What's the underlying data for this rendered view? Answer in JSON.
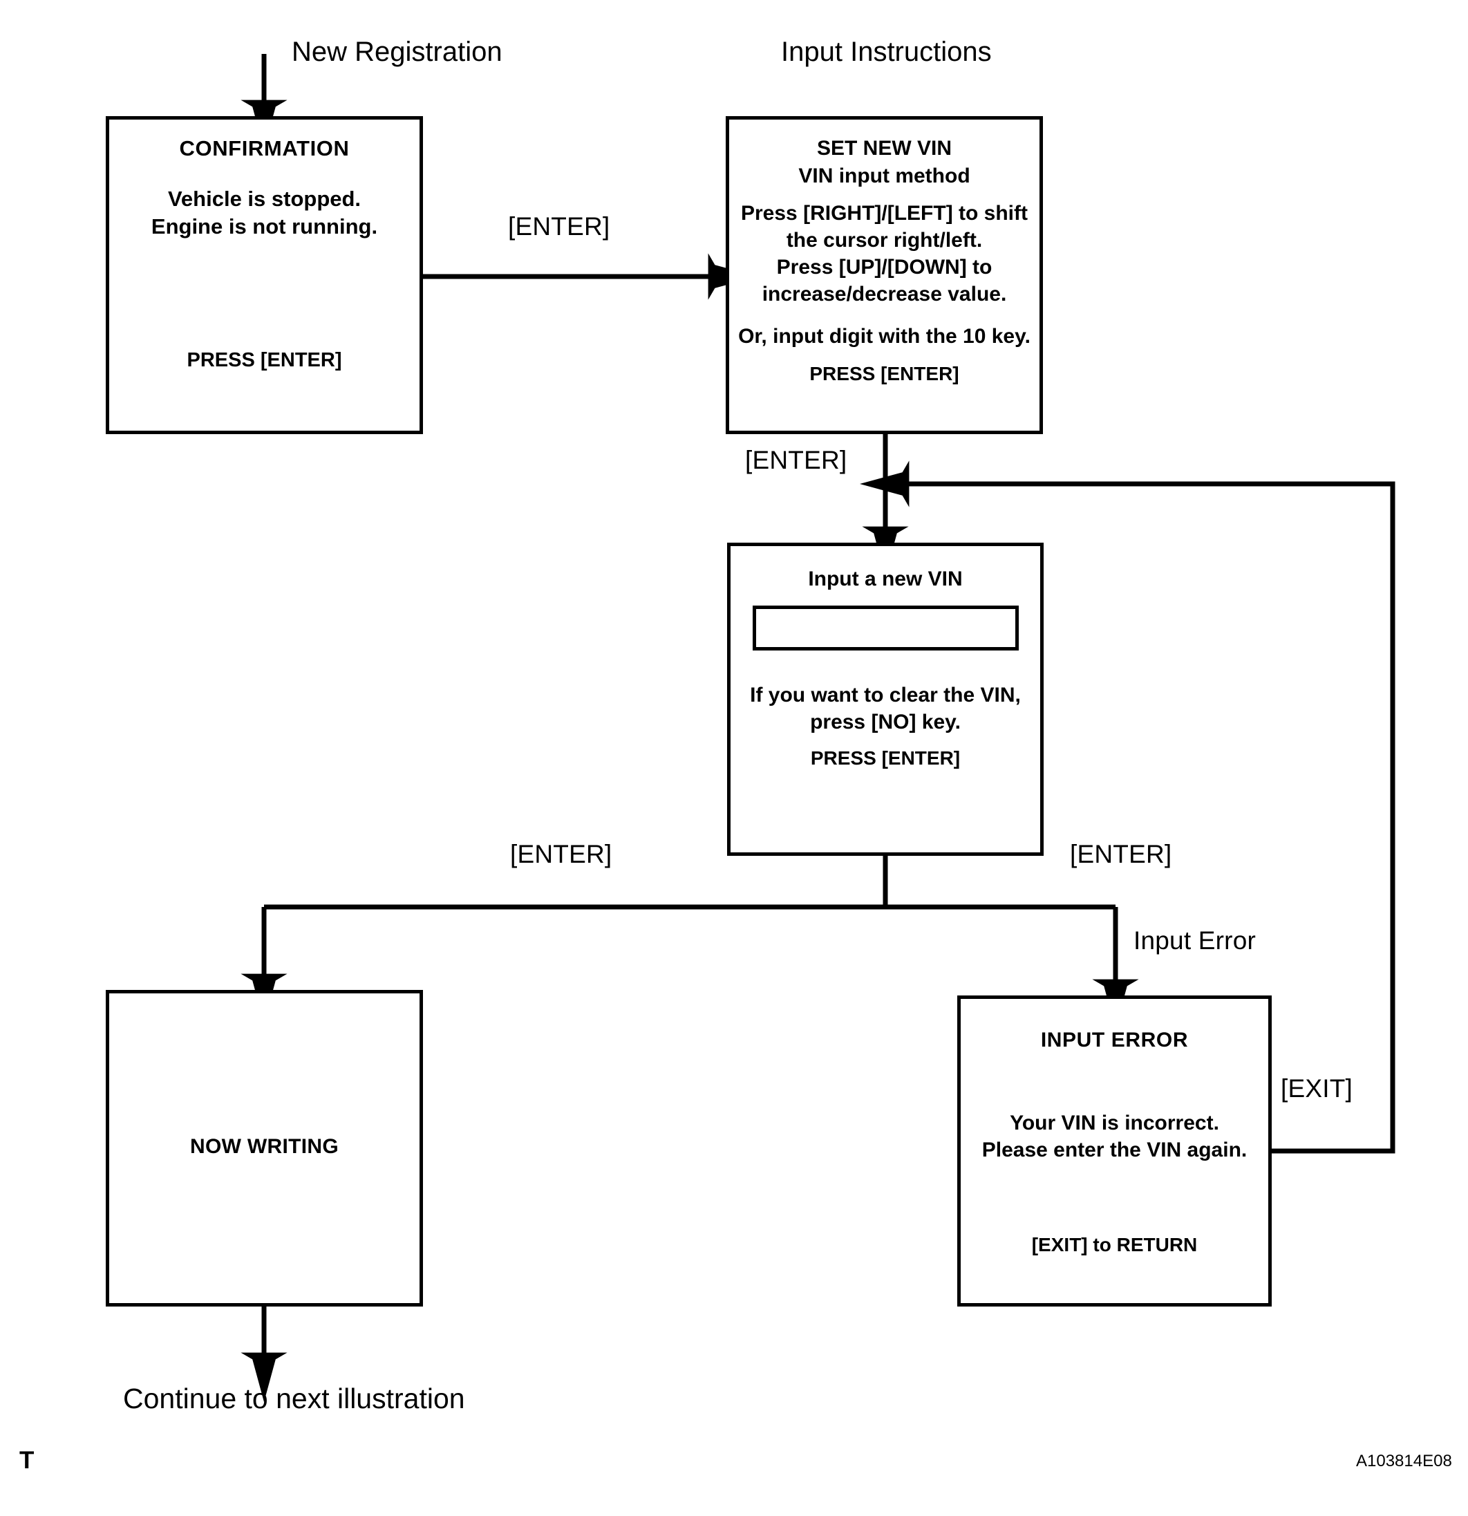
{
  "diagram": {
    "title_left": "New Registration",
    "title_right": "Input Instructions",
    "footer_marker": "T",
    "reference_code": "A103814E08",
    "continue_note": "Continue to next illustration",
    "ink_color": "#000000",
    "background_color": "#ffffff"
  },
  "nodes": {
    "confirmation": {
      "title": "CONFIRMATION",
      "body_line_1": "Vehicle is stopped.",
      "body_line_2": "Engine is not running.",
      "footer": "PRESS [ENTER]"
    },
    "set_new_vin": {
      "title_line_1": "SET NEW VIN",
      "title_line_2": "VIN input method",
      "body_line_1": "Press [RIGHT]/[LEFT] to shift",
      "body_line_2": "the cursor right/left.",
      "body_line_3": "Press [UP]/[DOWN]  to",
      "body_line_4": "increase/decrease value.",
      "body_line_5": "Or, input digit with the 10 key.",
      "footer": "PRESS [ENTER]"
    },
    "input_new_vin": {
      "title": "Input a new VIN",
      "field_value": "",
      "hint_line_1": "If you want to clear the VIN,",
      "hint_line_2": "press [NO] key.",
      "footer": "PRESS [ENTER]"
    },
    "now_writing": {
      "label": "NOW WRITING"
    },
    "input_error": {
      "title": "INPUT  ERROR",
      "body_line_1": "Your VIN is incorrect.",
      "body_line_2": "Please enter the VIN again.",
      "footer": "[EXIT] to RETURN"
    }
  },
  "edges": {
    "enter_confirmation_to_setvin": "[ENTER]",
    "enter_setvin_to_inputvin": "[ENTER]",
    "enter_to_now_writing": "[ENTER]",
    "enter_to_input_error": "[ENTER]",
    "input_error_branch": "Input Error",
    "exit_return": "[EXIT]"
  }
}
